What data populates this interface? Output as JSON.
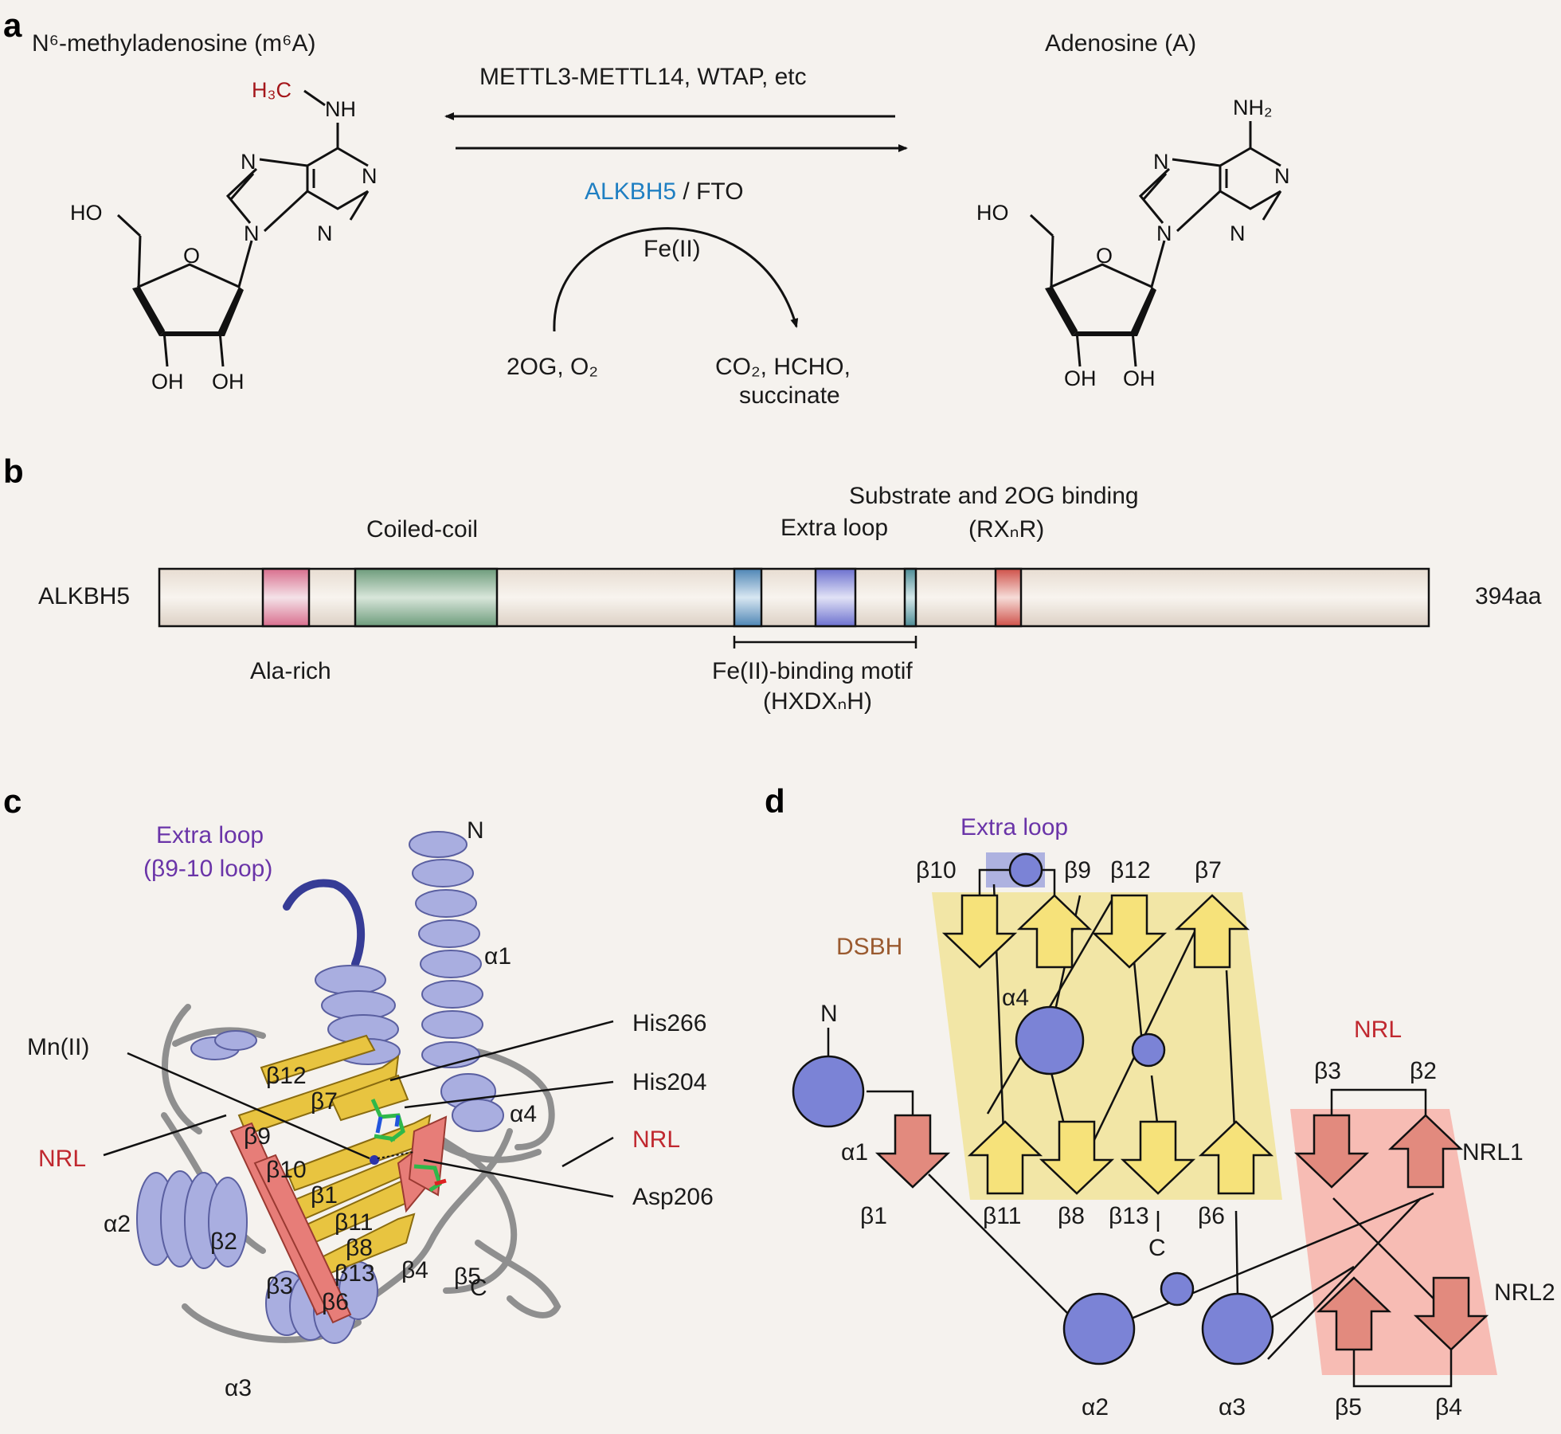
{
  "panels": {
    "a": "a",
    "b": "b",
    "c": "c",
    "d": "d"
  },
  "panel_a": {
    "m6a_title": "N⁶-methyladenosine (m⁶A)",
    "a_title": "Adenosine (A)",
    "methyl_group": "H₃C",
    "nh": "NH",
    "nh2": "NH₂",
    "n": "N",
    "o": "O",
    "ho": "HO",
    "oh": "OH",
    "writers": "METTL3-METTL14, WTAP, etc",
    "eraser_alkbh5": "ALKBH5",
    "eraser_sep": " / FTO",
    "cofactor": "Fe(II)",
    "substrates": "2OG, O₂",
    "products_line1": "CO₂, HCHO,",
    "products_line2": "succinate",
    "colors": {
      "methyl": "#a4161a",
      "alkbh5": "#1f7fc2"
    }
  },
  "panel_b": {
    "protein": "ALKBH5",
    "length": "394aa",
    "ala_rich": "Ala-rich",
    "coiled_coil": "Coiled-coil",
    "extra_loop": "Extra loop",
    "substrate_line1": "Substrate and 2OG binding",
    "substrate_line2": "(RXₙR)",
    "fe_line1": "Fe(II)-binding motif",
    "fe_line2": "(HXDXₙH)",
    "colors": {
      "bar": "#e6dcd2",
      "ala_rich": "#d97b98",
      "coiled_coil": "#7fa88a",
      "fe_motif": "#5c8fb8",
      "extra_loop": "#7b7fd0",
      "substrate": "#d05a52"
    }
  },
  "panel_c": {
    "extra_loop_line1": "Extra loop",
    "extra_loop_line2": "(β9-10 loop)",
    "n_term": "N",
    "c_term": "C",
    "mn": "Mn(II)",
    "his266": "His266",
    "his204": "His204",
    "asp206": "Asp206",
    "nrl_left": "NRL",
    "nrl_right": "NRL",
    "helices": [
      "α1",
      "α2",
      "α3",
      "α4"
    ],
    "strands": [
      "β1",
      "β2",
      "β3",
      "β4",
      "β5",
      "β6",
      "β7",
      "β8",
      "β9",
      "β10",
      "β11",
      "β12",
      "β13"
    ],
    "colors": {
      "helix": "#a9aee0",
      "sheet": "#e8c440",
      "nrl_sheet": "#e77d78",
      "loop": "#9a9a9a",
      "extra_loop": "#363c96",
      "label_purple": "#6a34a8",
      "label_red": "#c0282f"
    }
  },
  "panel_d": {
    "extra_loop": "Extra loop",
    "dsbh": "DSBH",
    "nrl": "NRL",
    "nrl1": "NRL1",
    "nrl2": "NRL2",
    "n_term": "N",
    "c_term": "C",
    "labels": {
      "b10": "β10",
      "b9": "β9",
      "b12": "β12",
      "b7": "β7",
      "b11": "β11",
      "b8": "β8",
      "b13": "β13",
      "b6": "β6",
      "b1": "β1",
      "b3": "β3",
      "b2": "β2",
      "b5": "β5",
      "b4": "β4",
      "a1": "α1",
      "a2": "α2",
      "a3": "α3",
      "a4": "α4"
    },
    "colors": {
      "helix": "#7b83d6",
      "dsbh_strand": "#f6e27a",
      "nrl_strand": "#e28a7e",
      "dsbh_box": "#f2e6a6",
      "nrl_box": "#f7bcb4",
      "extra_box": "#aeb2e0",
      "label_purple": "#6a34a8",
      "label_brown": "#9a5a2f",
      "label_red": "#c0282f"
    }
  }
}
